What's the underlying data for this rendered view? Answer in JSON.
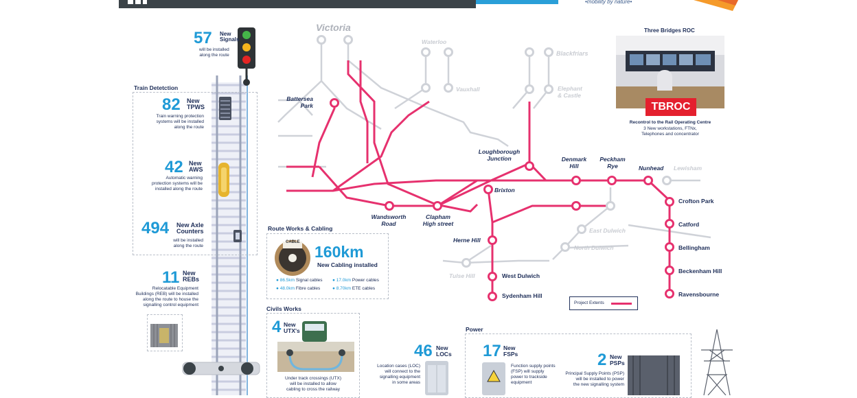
{
  "header": {
    "brand_tagline": "•mobility by nature•"
  },
  "signals": {
    "count": "57",
    "title": "New\nSignals",
    "desc": "will be installed\nalong the route"
  },
  "train_detection": {
    "section": "Train Detetction",
    "tpws": {
      "count": "82",
      "title": "New\nTPWS",
      "desc": "Train warning protection\nsystems will be installed\nalong the route"
    },
    "aws": {
      "count": "42",
      "title": "New\nAWS",
      "desc": "Automatic warning\nprotection systems will be\ninstalled along the route"
    },
    "axle": {
      "count": "494",
      "title": "New Axle\nCounters",
      "desc": "will be installed\nalong the route"
    }
  },
  "rebs": {
    "count": "11",
    "title": "New\nREBs",
    "desc": "Relocatable Equipment\nBuildings (REB) will be installed\nalong the route to house the\nsignalling control equipment"
  },
  "route_works": {
    "section": "Route Works & Cabling",
    "drum_label": "CABLE",
    "count": "160km",
    "title": "New Cabling installed",
    "items": [
      {
        "value": "86.5km",
        "label": "Signal cables"
      },
      {
        "value": "17.0km",
        "label": "Power cables"
      },
      {
        "value": "48.0km",
        "label": "Fibre cables"
      },
      {
        "value": "8.70km",
        "label": "ETE cables"
      }
    ]
  },
  "civils": {
    "section": "Civils Works",
    "count": "4",
    "title": "New\nUTX's",
    "desc": "Under track crossings (UTX)\nwill be installed to allow\ncabling to cross the railway"
  },
  "locs": {
    "count": "46",
    "title": "New\nLOCs",
    "desc": "Location cases (LOC)\nwill connect to the\nsignalling equipment\nin some areas"
  },
  "power": {
    "section": "Power",
    "fsps": {
      "count": "17",
      "title": "New\nFSPs",
      "desc": "Function supply points\n(FSP) will supply\npower to trackside\nequipment"
    },
    "psps": {
      "count": "2",
      "title": "New\nPSPs",
      "desc": "Principal Supply Points (PSP)\nwill be installed to power\nthe new signalling system"
    }
  },
  "roc": {
    "title": "Three Bridges ROC",
    "badge": "TBROC",
    "caption_bold": "Recontrol to the Rail Operating Centre",
    "caption": "3 New workstations, FTNx,\nTelephones and concentrator"
  },
  "map": {
    "legend": "Project Extents",
    "stations": {
      "victoria": "Victoria",
      "waterloo": "Waterloo",
      "blackfriars": "Blackfriars",
      "vauxhall": "Vauxhall",
      "elephant": "Elephant\n& Castle",
      "battersea": "Battersea\nPark",
      "loughborough": "Loughborough\nJunction",
      "denmark": "Denmark\nHill",
      "peckham": "Peckham\nRye",
      "nunhead": "Nunhead",
      "lewisham": "Lewisham",
      "brixton": "Brixton",
      "wandsworth": "Wandsworth\nRoad",
      "clapham": "Clapham\nHigh street",
      "crofton": "Crofton Park",
      "catford": "Catford",
      "bellingham": "Bellingham",
      "beckenham": "Beckenham Hill",
      "ravensbourne": "Ravensbourne",
      "east_dulwich": "East Dulwich",
      "north_dulwich": "North Dulwich",
      "herne": "Herne Hill",
      "tulse": "Tulse Hill",
      "west_dulwich": "West Dulwich",
      "sydenham": "Sydenham Hill"
    }
  },
  "colors": {
    "project": "#e6316e",
    "accent": "#1f9ad6",
    "navy": "#20305a",
    "grey_line": "#cfd2d8"
  }
}
